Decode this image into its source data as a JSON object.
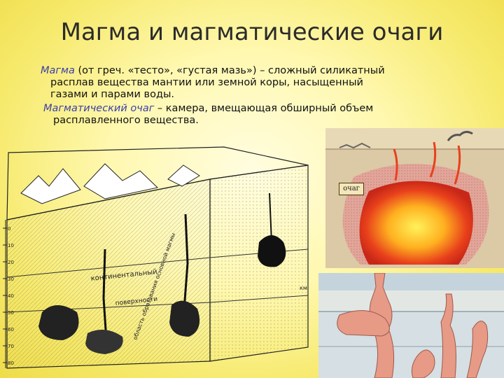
{
  "title": "Магма и магматические очаги",
  "definitions": [
    {
      "term": "Магма",
      "line1": " (от греч. «тесто», «густая мазь») – сложный силикатный",
      "line2": "расплав вещества мантии или земной коры, насыщенный",
      "line3": "газами и парами воды."
    },
    {
      "term": "Магматический очаг",
      "line1": " – камера, вмещающая обширный объем",
      "line2": "расплавленного вещества."
    }
  ],
  "figure_labels": {
    "continental": "континентальный",
    "surface": "поверхности",
    "crust_zone": "область образования основной магмы",
    "chamber_label": "очаг",
    "km": "км",
    "depth_ticks": [
      "0",
      "10",
      "20",
      "30",
      "40",
      "50",
      "60",
      "70",
      "80"
    ]
  },
  "colors": {
    "background": "#fff8b0",
    "term": "#3b3fa8",
    "magma_core": "#ffe24a",
    "magma_edge": "#e0301a",
    "intrusion": "#e79a86"
  }
}
